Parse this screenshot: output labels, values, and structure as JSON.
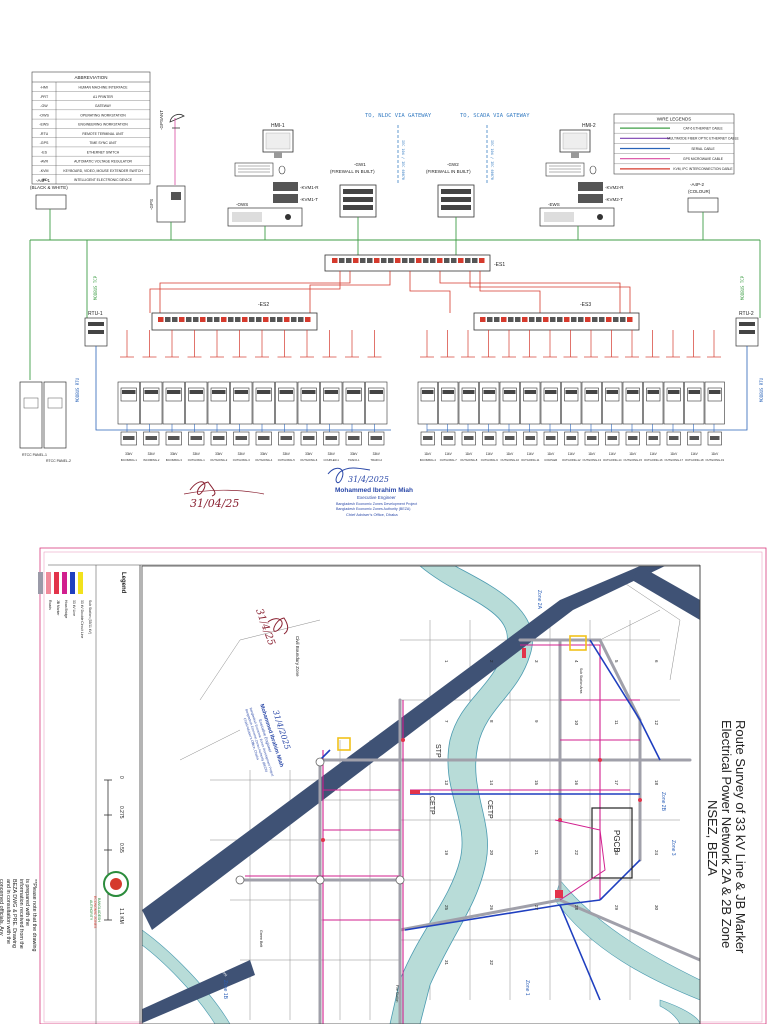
{
  "scada": {
    "abbrev": {
      "title": "ABBREVIATION",
      "rows": [
        [
          "-HMI",
          "HUMAN MACHINE INTERFACE"
        ],
        [
          "-PRT",
          "A1 PRINTER"
        ],
        [
          "-GW",
          "GATEWAY"
        ],
        [
          "-OWS",
          "OPERATING WORKSTATION"
        ],
        [
          "-EWS",
          "ENGINEERING WORKSTATION"
        ],
        [
          "-RTU",
          "REMOTE TERMINAL UNIT"
        ],
        [
          "-GPS",
          "TIME SYNC UNIT"
        ],
        [
          "-ES",
          "ETHERNET SWITCH"
        ],
        [
          "-AVR",
          "AUTOMATIC VOLTAGE REGULATOR"
        ],
        [
          "-KVM",
          "KEYBOARD, VIDEO, MOUSE EXTENDER SWITCH"
        ],
        [
          "-IED",
          "INTELLIGENT ELECTRONIC DEVICE"
        ]
      ]
    },
    "legend": {
      "title": "WIRE LEGENDS",
      "items": [
        {
          "label": "CAT-6 ETHERNET CABLE",
          "color": "#3f9e46"
        },
        {
          "label": "MULTIMODE FIBER OPTIC ETHERNET CABLE",
          "color": "#7a3fb0"
        },
        {
          "label": "SERIAL CABLE",
          "color": "#2a63b8"
        },
        {
          "label": "GPS MICROWAVE CABLE",
          "color": "#d84aa0"
        },
        {
          "label": "KVM, IPC INTERCONNECTION CABLE",
          "color": "#d53a2d"
        }
      ]
    },
    "top_links": {
      "nldc": "TO, NLDC VIA GATEWAY",
      "scada": "TO, SCADA VIA GATEWAY"
    },
    "links_vertical": {
      "nldc": "IEC 104 / IEC 60870",
      "scada": "IEC 104 / IEC 60870"
    },
    "devices": {
      "gpsant": "-GPSANT",
      "gps": "-GPS",
      "hmi1": "HMI-1",
      "hmi2": "HMI-2",
      "kvm1r": "-KVM1-R",
      "kvm1t": "-KVM1-T",
      "kvm2r": "-KVM2-R",
      "kvm2t": "-KVM2-T",
      "ows": "-OWS",
      "ews": "-EWS",
      "gw1a": "-GW1",
      "gw1b": "(FIREWALL IN BUILT)",
      "gw2a": "-GW2",
      "gw2b": "(FIREWALL IN BUILT)",
      "prt1a": "-A4P-1",
      "prt1b": "(BLACK & WHITE)",
      "prt2a": "-A4P-2",
      "prt2b": "(COLOUR)",
      "es1": "-ES1",
      "es2": "-ES2",
      "es3": "-ES3",
      "rtu1": "RTU-1",
      "rtu2": "RTU-2",
      "modbus_tcp": "MODBUS TCP",
      "modbus_rtu": "MODBUS RTU",
      "rtc1": "RTCC PANEL-1",
      "rtc2": "RTCC PANEL-2"
    },
    "left_bays": [
      "INCOMING-1",
      "INCOMING-2",
      "INCOMING-3",
      "OUTGOING-1",
      "OUTGOING-2",
      "OUTGOING-3",
      "OUTGOING-4",
      "OUTGOING-5",
      "OUTGOING-6",
      "COUPLER-1",
      "TRAFO-1",
      "TRAFO-2"
    ],
    "left_kv": [
      "33kV",
      "33kV",
      "33kV",
      "33kV",
      "33kV",
      "33kV",
      "33kV",
      "33kV",
      "33kV",
      "33kV",
      "33kV",
      "33kV"
    ],
    "right_bays": [
      "INCOMING-4",
      "OUTGOING-7",
      "OUTGOING-8",
      "OUTGOING-9",
      "OUTGOING-10",
      "OUTGOING-11",
      "COUPLER",
      "OUTGOING-12",
      "OUTGOING-13",
      "OUTGOING-14",
      "OUTGOING-15",
      "OUTGOING-16",
      "OUTGOING-17",
      "OUTGOING-18",
      "OUTGOING-19"
    ],
    "right_kv": [
      "11kV",
      "11kV",
      "11kV",
      "11kV",
      "11kV",
      "11kV",
      "11kV",
      "11kV",
      "11kV",
      "11kV",
      "11kV",
      "11kV",
      "11kV",
      "11kV",
      "11kV"
    ],
    "stamp": {
      "date": "31/4/2025",
      "name": "Mohammed Ibrahim Miah",
      "title": "Executive Engineer",
      "l1": "Bangladesh Economic Zones Development Project",
      "l2": "Bangladesh Economic Zones Authority (BEZA)",
      "l3": "Chief Adviser's Office, Dhaka"
    },
    "sig2_date": "31/04/25"
  },
  "map": {
    "title1": "Route Survey of 33 kV Line & JB Marker",
    "title2": "Electrical Power Network 2A & 2B Zone",
    "title3": "NSEZ, BEZA",
    "legend": {
      "title": "Legend",
      "items": [
        {
          "label": "Sub Station (33/11 kV)",
          "color": "#f2e21c"
        },
        {
          "label": "33 kV Double Circuit Line",
          "color": "#1f3fbf"
        },
        {
          "label": "33 kV Line",
          "color": "#d11f8e"
        },
        {
          "label": "Hiwa Bridge",
          "color": "#e2334a"
        },
        {
          "label": "JB Marker",
          "color": "#f08a9a"
        },
        {
          "label": "Roads",
          "color": "#9a9aa8"
        }
      ]
    },
    "scale": {
      "ticks": [
        "0",
        "0.275",
        "0.55",
        "1.1 KM"
      ]
    },
    "org": {
      "l1": "BANGLADESH",
      "l2": "ECONOMIC ZONES",
      "l3": "AUTHORITY"
    },
    "note": "**Please note that the drawing is prepared with the information received from the BEZA DWG & PRE. Drawing and in consultation with the concerned officials. Any changes are subject to approval from the appropriate authority.",
    "zones": [
      "Zone 2A",
      "Zone 2B",
      "Zone 1",
      "Zone 3",
      "Zone 1B"
    ],
    "labels": [
      "STP",
      "CETP",
      "CETP",
      "PGCB",
      "Civil Boundary Zone",
      "Green Belt",
      "Sub Station Area",
      "Fire Station",
      "Coastal Embankment"
    ],
    "plot_numbers": [
      "1",
      "2",
      "3",
      "4",
      "5",
      "6",
      "7",
      "8",
      "9",
      "10",
      "11",
      "12",
      "13",
      "14",
      "15",
      "16",
      "17",
      "18",
      "19",
      "20",
      "21",
      "22",
      "23",
      "24",
      "25",
      "26",
      "27",
      "28",
      "29",
      "30",
      "31",
      "32"
    ],
    "sig_date": "31/4/25",
    "stamp": {
      "date": "31/4/2025",
      "name": "Mohammed Ibrahim Miah",
      "title": "Executive Engineer",
      "l1": "Bangladesh Economic Zones Development Project",
      "l2": "Bangladesh Economic Zones Authority (BEZA)",
      "l3": "Chief Adviser's Office, Dhaka"
    }
  }
}
